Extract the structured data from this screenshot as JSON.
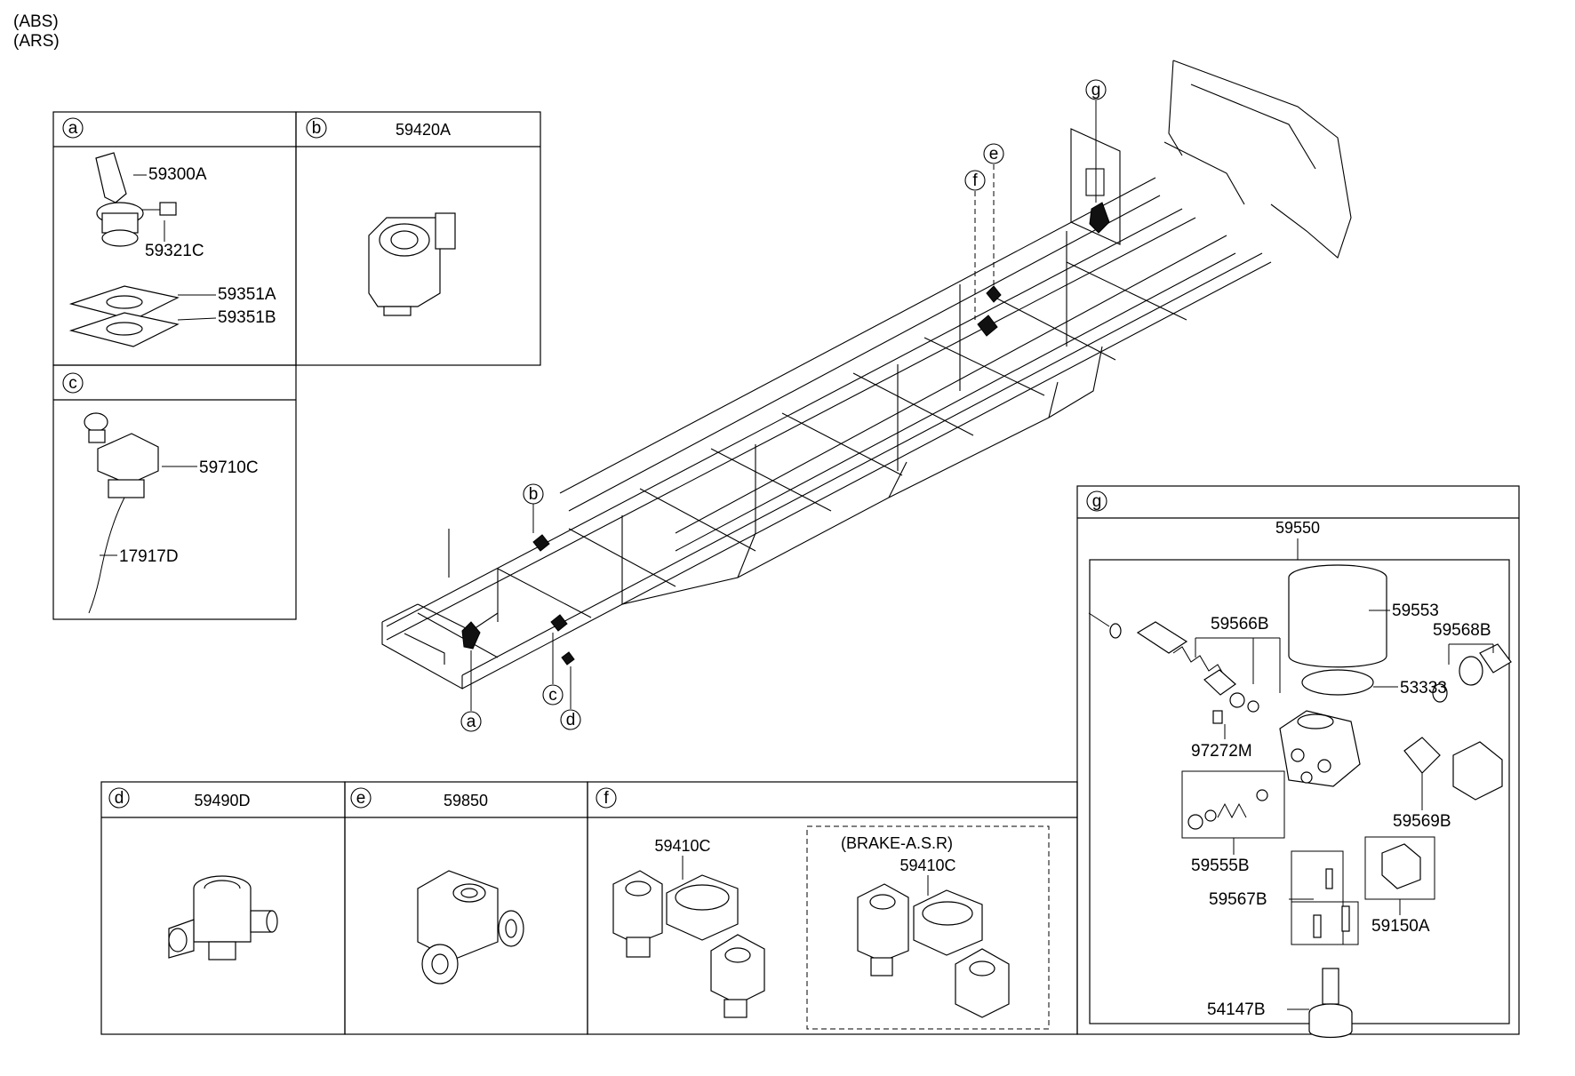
{
  "header": {
    "line1": "(ABS)",
    "line2": "(ARS)"
  },
  "panels": {
    "a": {
      "letter": "a",
      "parts": [
        "59300A",
        "59321C",
        "59351A",
        "59351B"
      ]
    },
    "b": {
      "letter": "b",
      "title": "59420A"
    },
    "c": {
      "letter": "c",
      "parts": [
        "59710C",
        "17917D"
      ]
    },
    "d": {
      "letter": "d",
      "title": "59490D"
    },
    "e": {
      "letter": "e",
      "title": "59850"
    },
    "f": {
      "letter": "f",
      "part_left": "59410C",
      "dashed_label": "(BRAKE-A.S.R)",
      "part_right": "59410C"
    },
    "g": {
      "letter": "g",
      "assembly": "59550",
      "parts": [
        "59553",
        "59566B",
        "59568B",
        "53333",
        "97272M",
        "59569B",
        "59555B",
        "59567B",
        "59150A",
        "54147B"
      ]
    }
  },
  "chassis_callouts": [
    "a",
    "b",
    "c",
    "d",
    "e",
    "f",
    "g"
  ],
  "colors": {
    "line": "#000000",
    "background": "#ffffff"
  }
}
